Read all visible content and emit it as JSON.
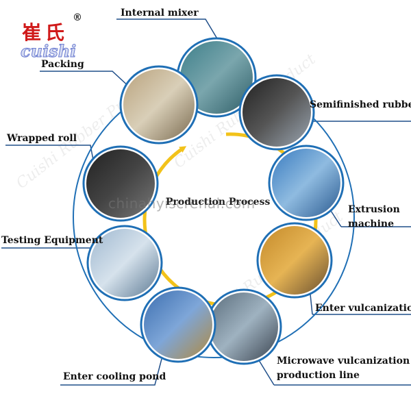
{
  "logo": {
    "chinese": "崔氏",
    "english": "cuishi",
    "registered": "®"
  },
  "center": {
    "title": "Production Process",
    "website": "chinahyiscrenal.com"
  },
  "watermarks": [
    "Cuishi Rubber Product",
    "Cuishi Rubber Product",
    "Cuishi Rubber Product"
  ],
  "steps": [
    {
      "label": "Internal mixer"
    },
    {
      "label": "Semifinished rubber"
    },
    {
      "label_lines": [
        "Extrusion",
        "machine"
      ]
    },
    {
      "label": "Enter vulcanization"
    },
    {
      "label_lines": [
        "Microwave vulcanization",
        "production line"
      ]
    },
    {
      "label": "Enter cooling pond"
    },
    {
      "label": "Testing Equipment"
    },
    {
      "label": "Wrapped roll"
    },
    {
      "label": "Packing"
    }
  ],
  "colors": {
    "ring_border": "#1f6fb5",
    "arrow": "#f2c21a",
    "leader": "#1f4e89",
    "logo_red": "#d01a1a"
  }
}
